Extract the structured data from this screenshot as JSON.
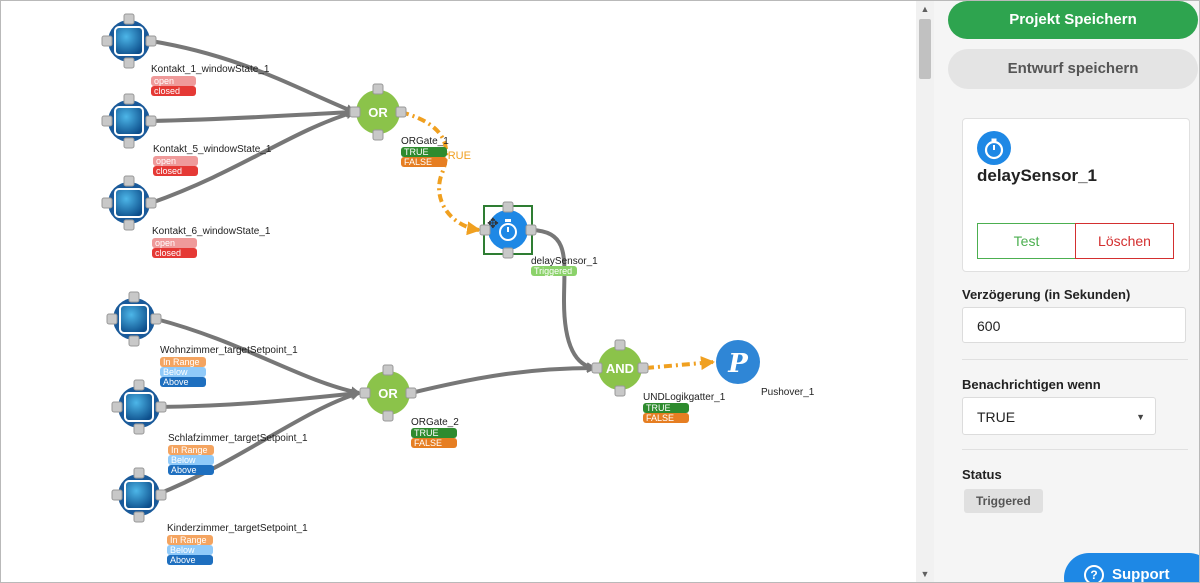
{
  "canvas": {
    "sensors": [
      {
        "label": "Kontakt_1_windowState_1",
        "states": [
          "open",
          "closed"
        ]
      },
      {
        "label": "Kontakt_5_windowState_1",
        "states": [
          "open",
          "closed"
        ]
      },
      {
        "label": "Kontakt_6_windowState_1",
        "states": [
          "open",
          "closed"
        ]
      },
      {
        "label": "Wohnzimmer_targetSetpoint_1",
        "states": [
          "In Range",
          "Below",
          "Above"
        ]
      },
      {
        "label": "Schlafzimmer_targetSetpoint_1",
        "states": [
          "In Range",
          "Below",
          "Above"
        ]
      },
      {
        "label": "Kinderzimmer_targetSetpoint_1",
        "states": [
          "In Range",
          "Below",
          "Above"
        ]
      }
    ],
    "gates": [
      {
        "symbol": "OR",
        "label": "ORGate_1",
        "states": [
          "TRUE",
          "FALSE"
        ]
      },
      {
        "symbol": "OR",
        "label": "ORGate_2",
        "states": [
          "TRUE",
          "FALSE"
        ]
      },
      {
        "symbol": "AND",
        "label": "UNDLogikgatter_1",
        "states": [
          "TRUE",
          "FALSE"
        ]
      }
    ],
    "delay": {
      "label": "delaySensor_1",
      "state": "Triggered"
    },
    "pushover": {
      "label": "Pushover_1",
      "glyph": "P"
    },
    "edge_label": "TRUE",
    "colors": {
      "closed": "#e53935",
      "open": "#ef9a9a",
      "in_range": "#f4a460",
      "below": "#90caf9",
      "above": "#1e6fbf",
      "true": "#2e8b2e",
      "false": "#e67e22",
      "gate": "#8bc34a",
      "delay": "#1e88e5",
      "edge": "#777777",
      "active_edge": "#f0a020"
    }
  },
  "panel": {
    "save_project": "Projekt Speichern",
    "save_draft": "Entwurf speichern",
    "detail": {
      "title": "delaySensor_1",
      "icon": "stopwatch-icon",
      "test": "Test",
      "delete": "Löschen"
    },
    "delay_label": "Verzögerung (in Sekunden)",
    "delay_value": "600",
    "notify_label": "Benachrichtigen wenn",
    "notify_value": "TRUE",
    "status_label": "Status",
    "status_value": "Triggered",
    "support": "Support"
  }
}
